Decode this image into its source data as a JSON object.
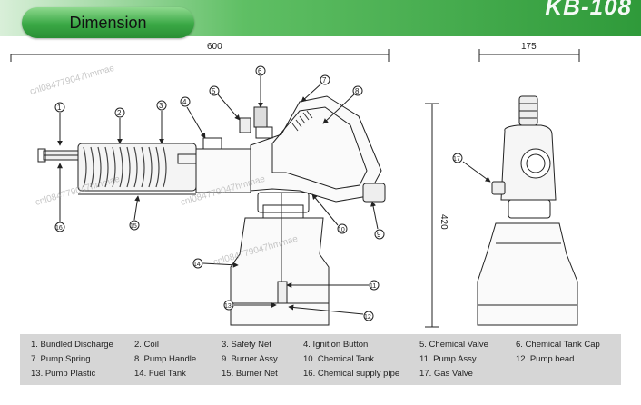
{
  "brand_text": "KB-108",
  "heading": "Dimension",
  "dimensions": {
    "length": "600",
    "width": "175",
    "height": "420"
  },
  "callouts": [
    "1",
    "2",
    "3",
    "4",
    "5",
    "6",
    "7",
    "8",
    "9",
    "10",
    "11",
    "12",
    "13",
    "14",
    "15",
    "16",
    "17"
  ],
  "parts": [
    "1. Bundled Discharge",
    "2. Coil",
    "3. Safety Net",
    "4. Ignition Button",
    "5. Chemical Valve",
    "6. Chemical Tank Cap",
    "7. Pump Spring",
    "8. Pump Handle",
    "9. Burner Assy",
    "10. Chemical Tank",
    "11. Pump Assy",
    "12. Pump bead",
    "13. Pump Plastic",
    "14. Fuel Tank",
    "15. Burner Net",
    "16. Chemical supply pipe",
    "17. Gas Valve"
  ],
  "watermark": "cnl084779047hmmae",
  "colors": {
    "header_green": "#3aa845",
    "legend_bg": "#d6d6d6",
    "line": "#222222"
  }
}
